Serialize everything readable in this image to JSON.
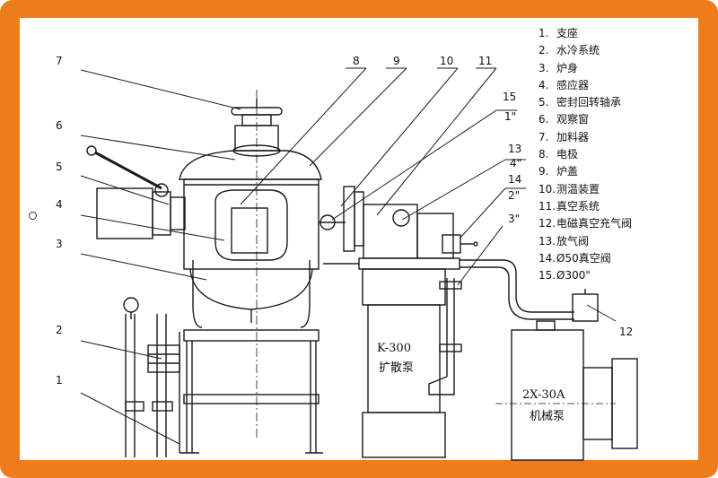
{
  "legend": [
    {
      "num": "1.",
      "text": "支座"
    },
    {
      "num": "2.",
      "text": "水冷系统"
    },
    {
      "num": "3.",
      "text": "炉身"
    },
    {
      "num": "4.",
      "text": "感应器"
    },
    {
      "num": "5.",
      "text": "密封回转轴承"
    },
    {
      "num": "6.",
      "text": "观察窗"
    },
    {
      "num": "7.",
      "text": "加料器"
    },
    {
      "num": "8.",
      "text": "电极"
    },
    {
      "num": "9.",
      "text": "炉盖"
    },
    {
      "num": "10.",
      "text": "测温装置"
    },
    {
      "num": "11.",
      "text": "真空系统"
    },
    {
      "num": "12.",
      "text": "电磁真空充气阀"
    },
    {
      "num": "13.",
      "text": "放气阀"
    },
    {
      "num": "14.",
      "text": "Ø50真空阀"
    },
    {
      "num": "15.",
      "text": "Ø300\""
    }
  ],
  "callouts": {
    "c1": "1",
    "c2": "2",
    "c3": "3",
    "c4": "4",
    "c5": "5",
    "c6": "6",
    "c7": "7",
    "c8": "8",
    "c9": "9",
    "c10": "10",
    "c11": "11",
    "c12": "12",
    "c13": "13",
    "c14": "14",
    "c15": "15",
    "c1q": "1\"",
    "c2q": "2\"",
    "c3q": "3\"",
    "c4q": "4\""
  },
  "pump_diffusion": {
    "model": "K-300",
    "name": "扩散泵"
  },
  "pump_mechanical": {
    "model": "2X-30A",
    "name": "机械泵"
  },
  "colors": {
    "border": "#f07d1c",
    "line": "#1a1a1a"
  }
}
